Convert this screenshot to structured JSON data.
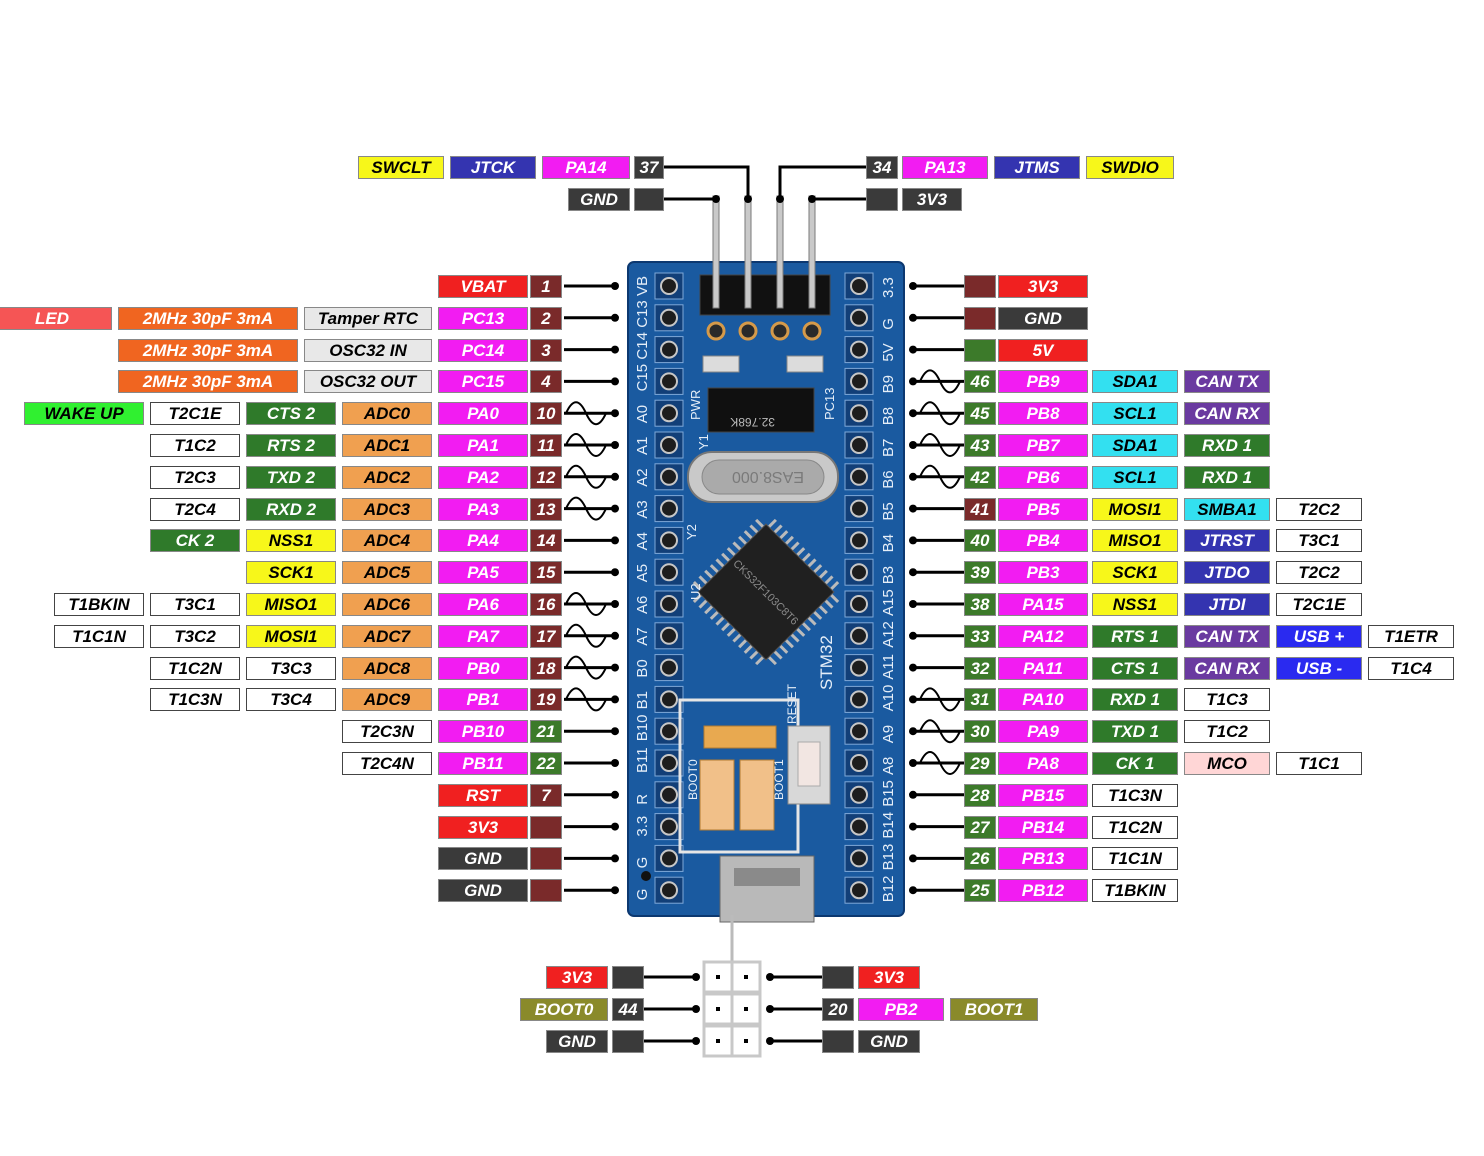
{
  "colors": {
    "pin_magenta": "#f21cf2",
    "num_brown": "#7a2a2a",
    "num_green": "#3c7a2a",
    "num_dark": "#3a3a3a",
    "gnd_dark": "#3a3a3a",
    "v3v3_red": "#f02020",
    "v5_red": "#f02020",
    "adc_orange": "#f0a050",
    "osc_orange": "#f06520",
    "uart_green": "#2f7a2a",
    "i2c_cyan": "#33e0f0",
    "can_purple": "#6a3aa0",
    "spi_yellow": "#f7f71a",
    "jtag_blue": "#3434b0",
    "usb_blue": "#2a2af0",
    "wake_green": "#30f030",
    "led_red": "#f55555",
    "boot_olive": "#8a8a2a",
    "mco_pink": "#ffd6d6",
    "light_gray": "#e8e8e8",
    "white_box": "#ffffff",
    "board_blue": "#1a5aa0"
  },
  "top_header": {
    "left": [
      {
        "text": "SWCLT",
        "c": "spi_yellow"
      },
      {
        "text": "JTCK",
        "c": "jtag_blue"
      },
      {
        "text": "PA14",
        "c": "pin_magenta"
      },
      {
        "text": "37",
        "c": "num_dark"
      },
      {
        "text": "GND",
        "c": "gnd_dark"
      },
      {
        "text": "",
        "c": "gnd_dark"
      }
    ],
    "right": [
      {
        "text": "34",
        "c": "num_dark"
      },
      {
        "text": "PA13",
        "c": "pin_magenta"
      },
      {
        "text": "JTMS",
        "c": "jtag_blue"
      },
      {
        "text": "SWDIO",
        "c": "spi_yellow"
      },
      {
        "text": "",
        "c": "gnd_dark"
      },
      {
        "text": "3V3",
        "c": "gnd_dark"
      }
    ]
  },
  "left_rows": [
    {
      "pin": "VBAT",
      "pc": "v3v3_red",
      "num": "1",
      "nc": "num_brown",
      "f": []
    },
    {
      "pin": "PC13",
      "pc": "pin_magenta",
      "num": "2",
      "nc": "num_brown",
      "f": [
        {
          "text": "Tamper RTC",
          "c": "light_gray"
        },
        {
          "text": "2MHz 30pF 3mA",
          "c": "osc_orange"
        },
        {
          "text": "LED",
          "c": "led_red"
        }
      ]
    },
    {
      "pin": "PC14",
      "pc": "pin_magenta",
      "num": "3",
      "nc": "num_brown",
      "f": [
        {
          "text": "OSC32 IN",
          "c": "light_gray"
        },
        {
          "text": "2MHz 30pF 3mA",
          "c": "osc_orange"
        }
      ]
    },
    {
      "pin": "PC15",
      "pc": "pin_magenta",
      "num": "4",
      "nc": "num_brown",
      "f": [
        {
          "text": "OSC32 OUT",
          "c": "light_gray"
        },
        {
          "text": "2MHz 30pF 3mA",
          "c": "osc_orange"
        }
      ]
    },
    {
      "pin": "PA0",
      "pc": "pin_magenta",
      "num": "10",
      "nc": "num_brown",
      "f": [
        {
          "text": "ADC0",
          "c": "adc_orange"
        },
        {
          "text": "CTS 2",
          "c": "uart_green"
        },
        {
          "text": "T2C1E",
          "c": "white_box"
        },
        {
          "text": "WAKE UP",
          "c": "wake_green"
        }
      ]
    },
    {
      "pin": "PA1",
      "pc": "pin_magenta",
      "num": "11",
      "nc": "num_brown",
      "f": [
        {
          "text": "ADC1",
          "c": "adc_orange"
        },
        {
          "text": "RTS 2",
          "c": "uart_green"
        },
        {
          "text": "T1C2",
          "c": "white_box"
        }
      ]
    },
    {
      "pin": "PA2",
      "pc": "pin_magenta",
      "num": "12",
      "nc": "num_brown",
      "f": [
        {
          "text": "ADC2",
          "c": "adc_orange"
        },
        {
          "text": "TXD 2",
          "c": "uart_green"
        },
        {
          "text": "T2C3",
          "c": "white_box"
        }
      ]
    },
    {
      "pin": "PA3",
      "pc": "pin_magenta",
      "num": "13",
      "nc": "num_brown",
      "f": [
        {
          "text": "ADC3",
          "c": "adc_orange"
        },
        {
          "text": "RXD 2",
          "c": "uart_green"
        },
        {
          "text": "T2C4",
          "c": "white_box"
        }
      ]
    },
    {
      "pin": "PA4",
      "pc": "pin_magenta",
      "num": "14",
      "nc": "num_brown",
      "f": [
        {
          "text": "ADC4",
          "c": "adc_orange"
        },
        {
          "text": "NSS1",
          "c": "spi_yellow"
        },
        {
          "text": "CK 2",
          "c": "uart_green"
        }
      ]
    },
    {
      "pin": "PA5",
      "pc": "pin_magenta",
      "num": "15",
      "nc": "num_brown",
      "f": [
        {
          "text": "ADC5",
          "c": "adc_orange"
        },
        {
          "text": "SCK1",
          "c": "spi_yellow"
        }
      ]
    },
    {
      "pin": "PA6",
      "pc": "pin_magenta",
      "num": "16",
      "nc": "num_brown",
      "f": [
        {
          "text": "ADC6",
          "c": "adc_orange"
        },
        {
          "text": "MISO1",
          "c": "spi_yellow"
        },
        {
          "text": "T3C1",
          "c": "white_box"
        },
        {
          "text": "T1BKIN",
          "c": "white_box"
        }
      ]
    },
    {
      "pin": "PA7",
      "pc": "pin_magenta",
      "num": "17",
      "nc": "num_brown",
      "f": [
        {
          "text": "ADC7",
          "c": "adc_orange"
        },
        {
          "text": "MOSI1",
          "c": "spi_yellow"
        },
        {
          "text": "T3C2",
          "c": "white_box"
        },
        {
          "text": "T1C1N",
          "c": "white_box"
        }
      ]
    },
    {
      "pin": "PB0",
      "pc": "pin_magenta",
      "num": "18",
      "nc": "num_brown",
      "f": [
        {
          "text": "ADC8",
          "c": "adc_orange"
        },
        {
          "text": "T3C3",
          "c": "white_box"
        },
        {
          "text": "T1C2N",
          "c": "white_box"
        }
      ]
    },
    {
      "pin": "PB1",
      "pc": "pin_magenta",
      "num": "19",
      "nc": "num_brown",
      "f": [
        {
          "text": "ADC9",
          "c": "adc_orange"
        },
        {
          "text": "T3C4",
          "c": "white_box"
        },
        {
          "text": "T1C3N",
          "c": "white_box"
        }
      ]
    },
    {
      "pin": "PB10",
      "pc": "pin_magenta",
      "num": "21",
      "nc": "num_green",
      "f": [
        {
          "text": "T2C3N",
          "c": "white_box"
        }
      ]
    },
    {
      "pin": "PB11",
      "pc": "pin_magenta",
      "num": "22",
      "nc": "num_green",
      "f": [
        {
          "text": "T2C4N",
          "c": "white_box"
        }
      ]
    },
    {
      "pin": "RST",
      "pc": "v3v3_red",
      "num": "7",
      "nc": "num_brown",
      "f": []
    },
    {
      "pin": "3V3",
      "pc": "v3v3_red",
      "num": "",
      "nc": "num_brown",
      "f": []
    },
    {
      "pin": "GND",
      "pc": "gnd_dark",
      "num": "",
      "nc": "num_brown",
      "f": []
    },
    {
      "pin": "GND",
      "pc": "gnd_dark",
      "num": "",
      "nc": "num_brown",
      "f": []
    }
  ],
  "right_rows": [
    {
      "pin": "3V3",
      "pc": "v3v3_red",
      "num": "",
      "nc": "num_brown",
      "f": []
    },
    {
      "pin": "GND",
      "pc": "gnd_dark",
      "num": "",
      "nc": "num_brown",
      "f": []
    },
    {
      "pin": "5V",
      "pc": "v5_red",
      "num": "",
      "nc": "num_green",
      "f": []
    },
    {
      "pin": "PB9",
      "pc": "pin_magenta",
      "num": "46",
      "nc": "num_green",
      "f": [
        {
          "text": "SDA1",
          "c": "i2c_cyan"
        },
        {
          "text": "CAN TX",
          "c": "can_purple"
        }
      ]
    },
    {
      "pin": "PB8",
      "pc": "pin_magenta",
      "num": "45",
      "nc": "num_green",
      "f": [
        {
          "text": "SCL1",
          "c": "i2c_cyan"
        },
        {
          "text": "CAN RX",
          "c": "can_purple"
        }
      ]
    },
    {
      "pin": "PB7",
      "pc": "pin_magenta",
      "num": "43",
      "nc": "num_green",
      "f": [
        {
          "text": "SDA1",
          "c": "i2c_cyan"
        },
        {
          "text": "RXD 1",
          "c": "uart_green"
        }
      ]
    },
    {
      "pin": "PB6",
      "pc": "pin_magenta",
      "num": "42",
      "nc": "num_green",
      "f": [
        {
          "text": "SCL1",
          "c": "i2c_cyan"
        },
        {
          "text": "RXD 1",
          "c": "uart_green"
        }
      ]
    },
    {
      "pin": "PB5",
      "pc": "pin_magenta",
      "num": "41",
      "nc": "num_brown",
      "f": [
        {
          "text": "MOSI1",
          "c": "spi_yellow"
        },
        {
          "text": "SMBA1",
          "c": "i2c_cyan"
        },
        {
          "text": "T2C2",
          "c": "white_box"
        }
      ]
    },
    {
      "pin": "PB4",
      "pc": "pin_magenta",
      "num": "40",
      "nc": "num_green",
      "f": [
        {
          "text": "MISO1",
          "c": "spi_yellow"
        },
        {
          "text": "JTRST",
          "c": "jtag_blue"
        },
        {
          "text": "T3C1",
          "c": "white_box"
        }
      ]
    },
    {
      "pin": "PB3",
      "pc": "pin_magenta",
      "num": "39",
      "nc": "num_green",
      "f": [
        {
          "text": "SCK1",
          "c": "spi_yellow"
        },
        {
          "text": "JTDO",
          "c": "jtag_blue"
        },
        {
          "text": "T2C2",
          "c": "white_box"
        }
      ]
    },
    {
      "pin": "PA15",
      "pc": "pin_magenta",
      "num": "38",
      "nc": "num_green",
      "f": [
        {
          "text": "NSS1",
          "c": "spi_yellow"
        },
        {
          "text": "JTDI",
          "c": "jtag_blue"
        },
        {
          "text": "T2C1E",
          "c": "white_box"
        }
      ]
    },
    {
      "pin": "PA12",
      "pc": "pin_magenta",
      "num": "33",
      "nc": "num_green",
      "f": [
        {
          "text": "RTS 1",
          "c": "uart_green"
        },
        {
          "text": "CAN TX",
          "c": "can_purple"
        },
        {
          "text": "USB +",
          "c": "usb_blue"
        },
        {
          "text": "T1ETR",
          "c": "white_box"
        }
      ]
    },
    {
      "pin": "PA11",
      "pc": "pin_magenta",
      "num": "32",
      "nc": "num_green",
      "f": [
        {
          "text": "CTS 1",
          "c": "uart_green"
        },
        {
          "text": "CAN RX",
          "c": "can_purple"
        },
        {
          "text": "USB -",
          "c": "usb_blue"
        },
        {
          "text": "T1C4",
          "c": "white_box"
        }
      ]
    },
    {
      "pin": "PA10",
      "pc": "pin_magenta",
      "num": "31",
      "nc": "num_green",
      "f": [
        {
          "text": "RXD 1",
          "c": "uart_green"
        },
        {
          "text": "T1C3",
          "c": "white_box"
        }
      ]
    },
    {
      "pin": "PA9",
      "pc": "pin_magenta",
      "num": "30",
      "nc": "num_green",
      "f": [
        {
          "text": "TXD 1",
          "c": "uart_green"
        },
        {
          "text": "T1C2",
          "c": "white_box"
        }
      ]
    },
    {
      "pin": "PA8",
      "pc": "pin_magenta",
      "num": "29",
      "nc": "num_green",
      "f": [
        {
          "text": "CK 1",
          "c": "uart_green"
        },
        {
          "text": "MCO",
          "c": "mco_pink"
        },
        {
          "text": "T1C1",
          "c": "white_box"
        }
      ]
    },
    {
      "pin": "PB15",
      "pc": "pin_magenta",
      "num": "28",
      "nc": "num_green",
      "f": [
        {
          "text": "T1C3N",
          "c": "white_box"
        }
      ]
    },
    {
      "pin": "PB14",
      "pc": "pin_magenta",
      "num": "27",
      "nc": "num_green",
      "f": [
        {
          "text": "T1C2N",
          "c": "white_box"
        }
      ]
    },
    {
      "pin": "PB13",
      "pc": "pin_magenta",
      "num": "26",
      "nc": "num_green",
      "f": [
        {
          "text": "T1C1N",
          "c": "white_box"
        }
      ]
    },
    {
      "pin": "PB12",
      "pc": "pin_magenta",
      "num": "25",
      "nc": "num_green",
      "f": [
        {
          "text": "T1BKIN",
          "c": "white_box"
        }
      ]
    }
  ],
  "bottom_header": {
    "left": [
      {
        "items": [
          {
            "text": "3V3",
            "c": "v3v3_red"
          },
          {
            "text": "",
            "c": "gnd_dark"
          }
        ]
      },
      {
        "items": [
          {
            "text": "BOOT0",
            "c": "boot_olive"
          },
          {
            "text": "44",
            "c": "num_dark"
          }
        ]
      },
      {
        "items": [
          {
            "text": "GND",
            "c": "gnd_dark"
          },
          {
            "text": "",
            "c": "gnd_dark"
          }
        ]
      }
    ],
    "right": [
      {
        "items": [
          {
            "text": "",
            "c": "gnd_dark"
          },
          {
            "text": "3V3",
            "c": "v3v3_red"
          }
        ]
      },
      {
        "items": [
          {
            "text": "20",
            "c": "num_dark"
          },
          {
            "text": "PB2",
            "c": "pin_magenta"
          },
          {
            "text": "BOOT1",
            "c": "boot_olive"
          }
        ]
      },
      {
        "items": [
          {
            "text": "",
            "c": "gnd_dark"
          },
          {
            "text": "GND",
            "c": "gnd_dark"
          }
        ]
      }
    ]
  },
  "board": {
    "silk_left": [
      "VB",
      "C13",
      "C14",
      "C15",
      "A0",
      "A1",
      "A2",
      "A3",
      "A4",
      "A5",
      "A6",
      "A7",
      "B0",
      "B1",
      "B10",
      "B11",
      "R",
      "3.3",
      "G",
      "G"
    ],
    "silk_right": [
      "3.3",
      "G",
      "5V",
      "B9",
      "B8",
      "B7",
      "B6",
      "B5",
      "B4",
      "B3",
      "A15",
      "A12",
      "A11",
      "A10",
      "A9",
      "A8",
      "B15",
      "B14",
      "B13",
      "B12"
    ],
    "pwr_label": "PWR",
    "pc13_label": "PC13",
    "y1_label": "Y1",
    "y2_label": "Y2",
    "u2_label": "U2",
    "crystal_text": "EAS8.000",
    "rtc_crystal_text": "32.768K",
    "chip_text": "CKS32F103C8T6",
    "brand": "STM32",
    "reset_label": "RESET",
    "boot0_label": "BOOT0",
    "boot1_label": "BOOT1"
  }
}
